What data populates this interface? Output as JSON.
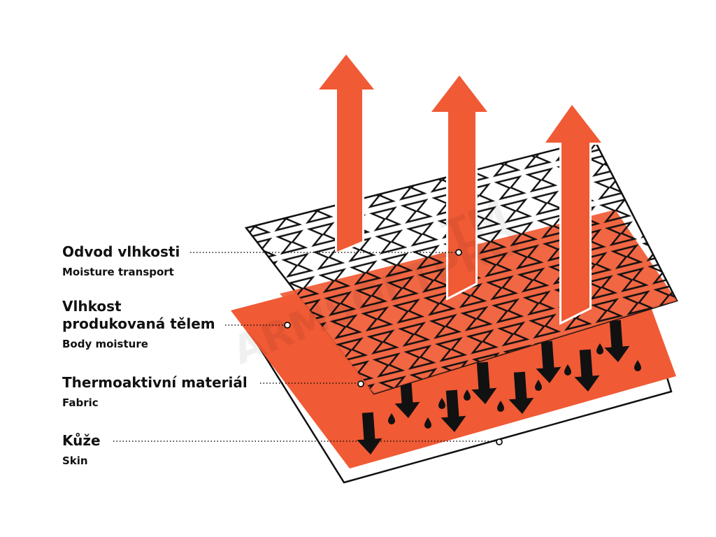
{
  "colors": {
    "accent": "#F05A35",
    "ink": "#111111",
    "background": "#FFFFFF"
  },
  "labels": {
    "moisture_transport": {
      "main": "Odvod vlhkosti",
      "sub": "Moisture transport"
    },
    "body_moisture": {
      "main_line1": "Vlhkost",
      "main_line2": "produkovaná tělem",
      "sub": "Body moisture"
    },
    "fabric": {
      "main": "Thermoaktivní materiál",
      "sub": "Fabric"
    },
    "skin": {
      "main": "Kůže",
      "sub": "Skin"
    }
  },
  "watermark": {
    "text": "ARMSOFTPRO",
    "mark": "TM"
  }
}
